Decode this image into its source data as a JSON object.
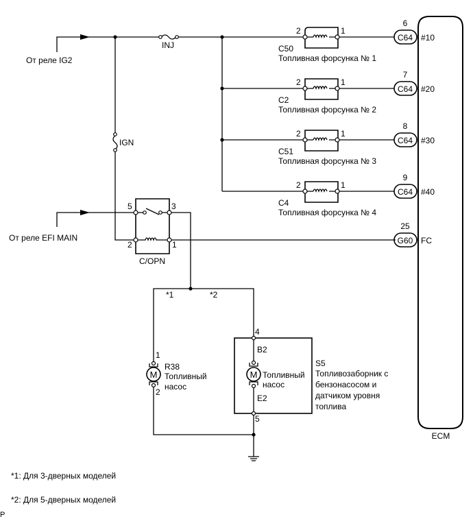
{
  "diagram": {
    "sources": {
      "ig2": "От реле IG2",
      "efi_main": "От реле EFI MAIN"
    },
    "fuses": {
      "inj": "INJ",
      "ign": "IGN"
    },
    "injectors": [
      {
        "connector": "C50",
        "name": "Топливная форсунка № 1",
        "pin_in": "2",
        "pin_out": "1",
        "ecm_pin": "6",
        "ecm_connector": "C64",
        "ecm_terminal": "#10"
      },
      {
        "connector": "C2",
        "name": "Топливная форсунка № 2",
        "pin_in": "2",
        "pin_out": "1",
        "ecm_pin": "7",
        "ecm_connector": "C64",
        "ecm_terminal": "#20"
      },
      {
        "connector": "C51",
        "name": "Топливная форсунка № 3",
        "pin_in": "2",
        "pin_out": "1",
        "ecm_pin": "8",
        "ecm_connector": "C64",
        "ecm_terminal": "#30"
      },
      {
        "connector": "C4",
        "name": "Топливная форсунка № 4",
        "pin_in": "2",
        "pin_out": "1",
        "ecm_pin": "9",
        "ecm_connector": "C64",
        "ecm_terminal": "#40"
      }
    ],
    "relay": {
      "name": "C/OPN",
      "pins": {
        "p5": "5",
        "p3": "3",
        "p2": "2",
        "p1": "1"
      }
    },
    "fc": {
      "ecm_pin": "25",
      "ecm_connector": "G60",
      "ecm_terminal": "FC"
    },
    "ecm": {
      "label": "ECM"
    },
    "branch_notes": {
      "n1": "*1",
      "n2": "*2"
    },
    "pump_r38": {
      "connector": "R38",
      "name_line1": "Топливный",
      "name_line2": "насос",
      "pin_top": "1",
      "pin_bottom": "2",
      "motor": "M"
    },
    "pump_s5": {
      "connector": "S5",
      "desc_line1": "Топливозаборник с",
      "desc_line2": "бензонасосом и",
      "desc_line3": "датчиком уровня",
      "desc_line4": "топлива",
      "inner_line1": "Топливный",
      "inner_line2": "насос",
      "pin_top": "4",
      "pin_bottom": "5",
      "term_top": "B2",
      "term_bottom": "E2",
      "motor": "M"
    },
    "footnotes": {
      "f1": "*1: Для 3-дверных моделей",
      "f2": "*2: Для 5-дверных моделей"
    },
    "corner_mark": "P"
  }
}
